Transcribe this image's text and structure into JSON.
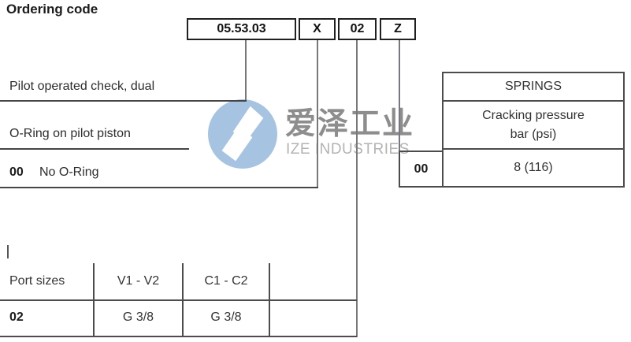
{
  "title": "Ordering code",
  "code_segments": [
    "05.53.03",
    "X",
    "02",
    "Z"
  ],
  "left_labels": {
    "pilot_check": "Pilot operated check, dual",
    "oring": "O-Ring on pilot piston",
    "oring_row": {
      "code": "00",
      "label": "No O-Ring"
    }
  },
  "springs_table": {
    "header": "SPRINGS",
    "subheader_line1": "Cracking pressure",
    "subheader_line2": "bar (psi)",
    "row": {
      "code": "00",
      "value": "8 (116)"
    }
  },
  "port_table": {
    "headers": [
      "Port sizes",
      "V1 - V2",
      "C1 - C2"
    ],
    "row": [
      "02",
      "G 3/8",
      "G 3/8"
    ]
  },
  "watermark": {
    "cn_name": "爱泽工业",
    "en_name": "IZE INDUSTRIES"
  },
  "colors": {
    "logo_blue": "#a6c3e2",
    "connector_gray": "#77787b",
    "rule_dark": "#454547",
    "table_border": "#4c4c4e",
    "text_dark": "#2d2d2d",
    "watermark_cn_gray": "#8d8d8d",
    "watermark_en_gray": "#b3b3b3"
  }
}
